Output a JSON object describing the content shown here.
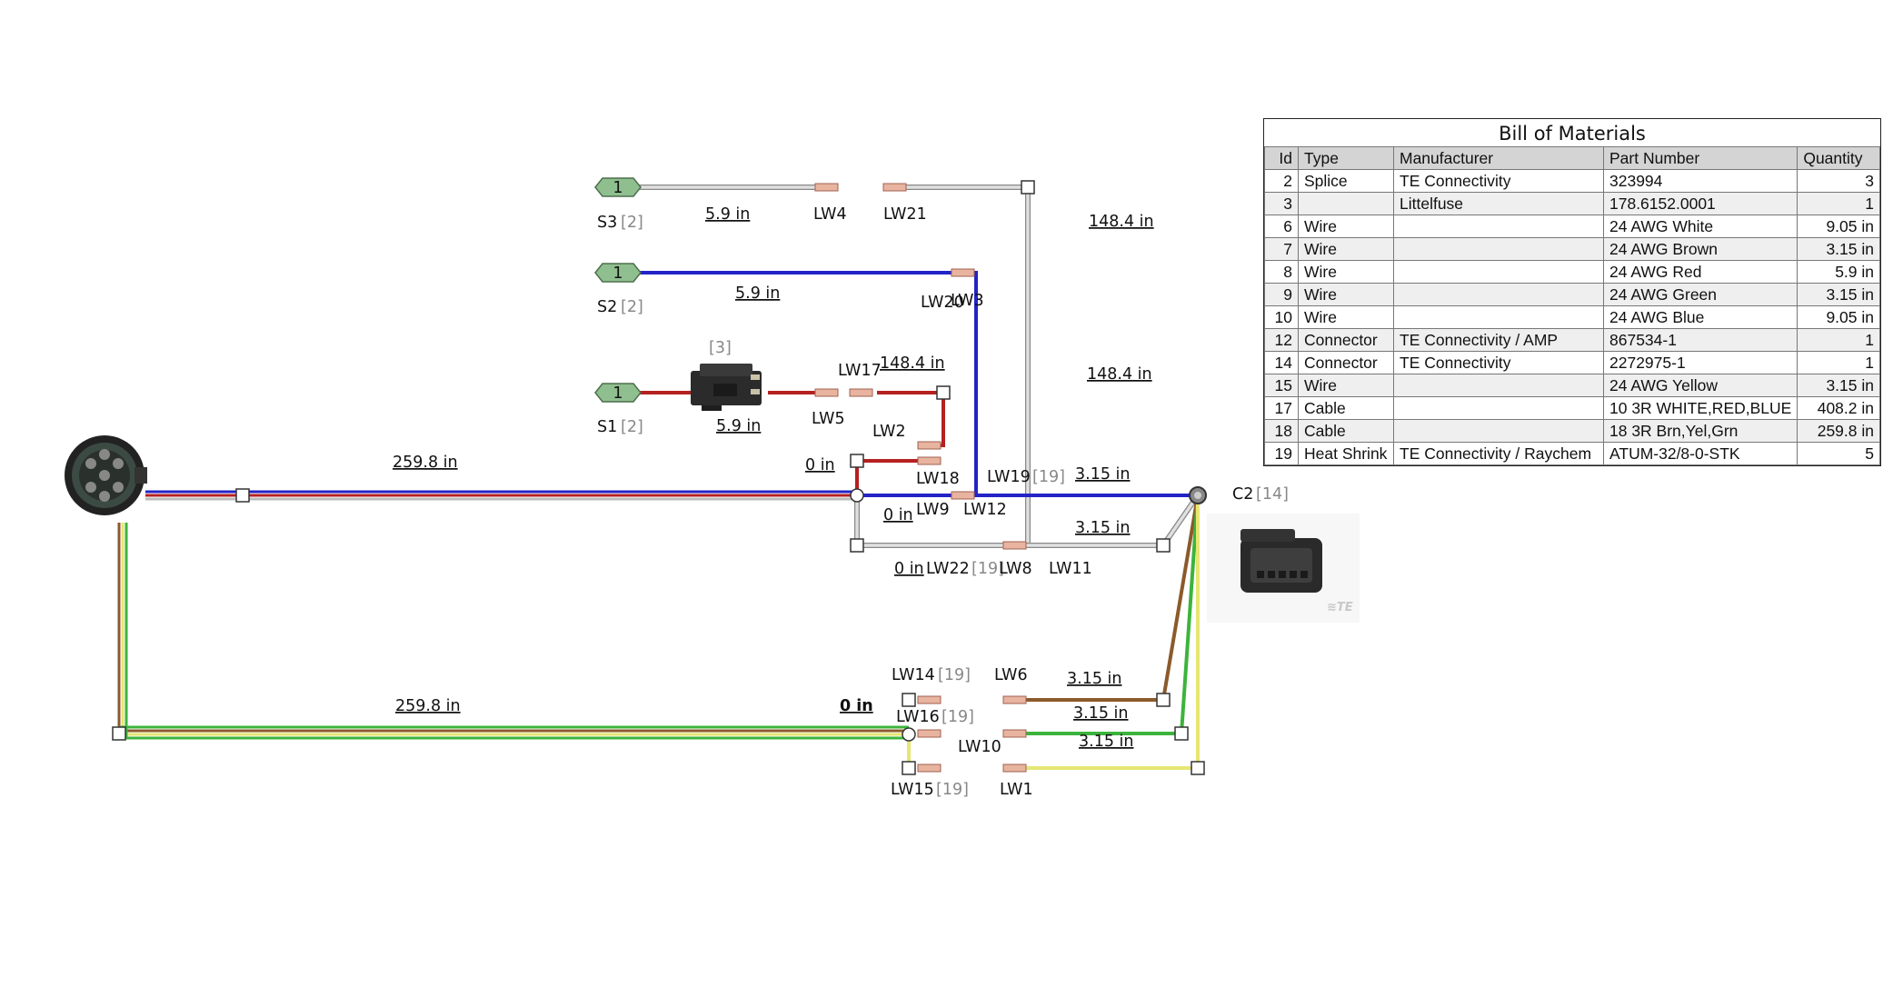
{
  "labels": {
    "S3": "S3",
    "S3_ref": "[2]",
    "S2": "S2",
    "S2_ref": "[2]",
    "S1": "S1",
    "S1_ref": "[2]",
    "fuse_ref": "[3]",
    "C2": "C2",
    "C2_ref": "[14]",
    "LW1": "LW1",
    "LW2": "LW2",
    "LW3": "LW3",
    "LW4": "LW4",
    "LW5": "LW5",
    "LW6": "LW6",
    "LW8": "LW8",
    "LW9": "LW9",
    "LW10": "LW10",
    "LW11": "LW11",
    "LW12": "LW12",
    "LW14": "LW14",
    "LW14_ref": "[19]",
    "LW15": "LW15",
    "LW15_ref": "[19]",
    "LW16": "LW16",
    "LW16_ref": "[19]",
    "LW17": "LW17",
    "LW18": "LW18",
    "LW19": "LW19",
    "LW19_ref": "[19]",
    "LW20": "LW20",
    "LW21": "LW21",
    "LW22": "LW22",
    "LW22_ref": "[19]"
  },
  "splices": {
    "S1": "1",
    "S2": "1",
    "S3": "1"
  },
  "lengths": {
    "s3_wire": "5.9 in",
    "s2_wire": "5.9 in",
    "s1_wire": "5.9 in",
    "right_top_1": "148.4 in",
    "right_top_2": "148.4 in",
    "lw17_wire": "148.4 in",
    "main_cable": "259.8 in",
    "bottom_cable": "259.8 in",
    "j1": "0 in",
    "j2": "0 in",
    "j3": "0 in",
    "j4": "0 in",
    "lw19_wire": "3.15 in",
    "lw11_wire": "3.15 in",
    "lw6_wire": "3.15 in",
    "lw10_wire": "3.15 in",
    "lw1_wire": "3.15 in"
  },
  "colors": {
    "white_wire": "#d0d0d0",
    "red": "#b52020",
    "blue": "#2323c8",
    "brown": "#8b5a2b",
    "green": "#3cb43c",
    "yellow": "#e6e673",
    "splice_green": "#8fbf8f",
    "terminal": "#e8b4a0"
  },
  "bom": {
    "title": "Bill of Materials",
    "headers": [
      "Id",
      "Type",
      "Manufacturer",
      "Part Number",
      "Quantity"
    ],
    "rows": [
      [
        "2",
        "Splice",
        "TE Connectivity",
        "323994",
        "3"
      ],
      [
        "3",
        "",
        "Littelfuse",
        "178.6152.0001",
        "1"
      ],
      [
        "6",
        "Wire",
        "",
        "24 AWG White",
        "9.05 in"
      ],
      [
        "7",
        "Wire",
        "",
        "24 AWG Brown",
        "3.15 in"
      ],
      [
        "8",
        "Wire",
        "",
        "24 AWG Red",
        "5.9 in"
      ],
      [
        "9",
        "Wire",
        "",
        "24 AWG Green",
        "3.15 in"
      ],
      [
        "10",
        "Wire",
        "",
        "24 AWG Blue",
        "9.05 in"
      ],
      [
        "12",
        "Connector",
        "TE Connectivity / AMP",
        "867534-1",
        "1"
      ],
      [
        "14",
        "Connector",
        "TE Connectivity",
        "2272975-1",
        "1"
      ],
      [
        "15",
        "Wire",
        "",
        "24 AWG Yellow",
        "3.15 in"
      ],
      [
        "17",
        "Cable",
        "",
        "10 3R WHITE,RED,BLUE",
        "408.2 in"
      ],
      [
        "18",
        "Cable",
        "",
        "18 3R Brn,Yel,Grn",
        "259.8 in"
      ],
      [
        "19",
        "Heat Shrink",
        "TE Connectivity / Raychem",
        "ATUM-32/8-0-STK",
        "5"
      ]
    ]
  }
}
